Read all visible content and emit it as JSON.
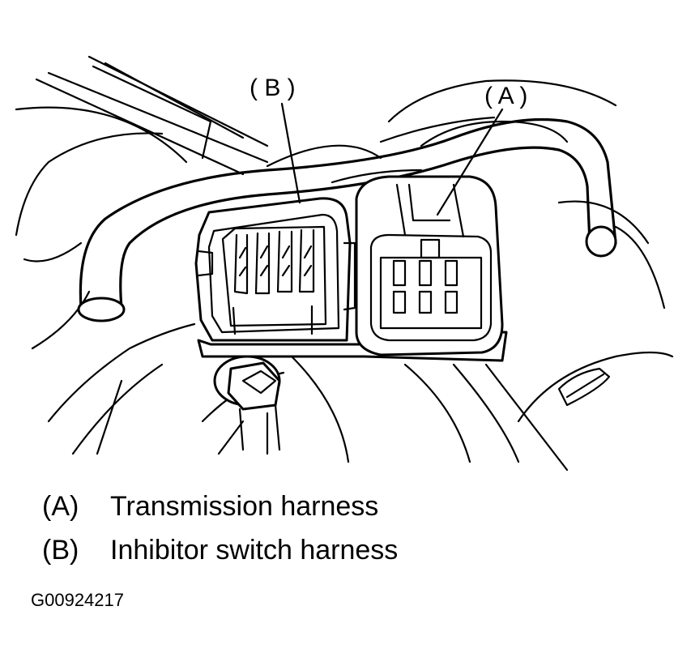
{
  "callouts": {
    "b": "( B )",
    "a": "( A )"
  },
  "legend": [
    {
      "key": "(A)",
      "label": "Transmission harness"
    },
    {
      "key": "(B)",
      "label": "Inhibitor switch harness"
    }
  ],
  "figure_code": "G00924217"
}
